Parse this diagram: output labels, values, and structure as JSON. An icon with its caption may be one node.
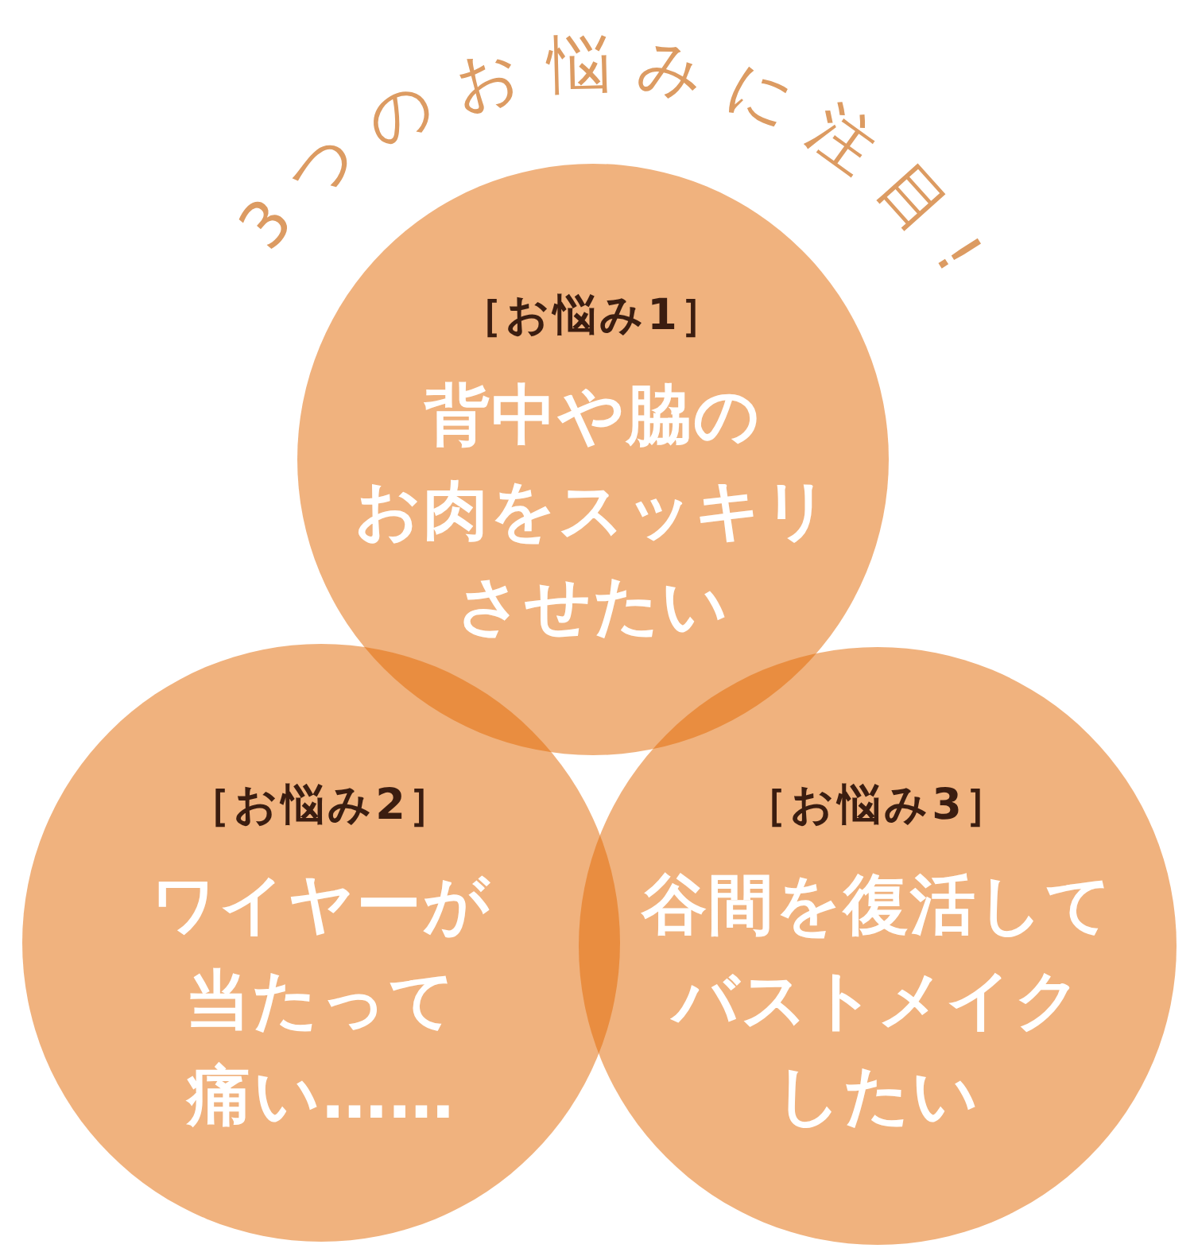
{
  "diagram": {
    "title": "3つのお悩みに注目!",
    "nodes": [
      {
        "text": [
          "［お悩み1］",
          "背中や脇のお肉をスッキリさせたい"
        ]
      },
      {
        "text": [
          "［お悩み2］",
          "ワイヤーが当たって痛い……"
        ]
      },
      {
        "text": [
          "［お悩み3］",
          "谷間を復活してバストメイクしたい"
        ]
      }
    ]
  }
}
